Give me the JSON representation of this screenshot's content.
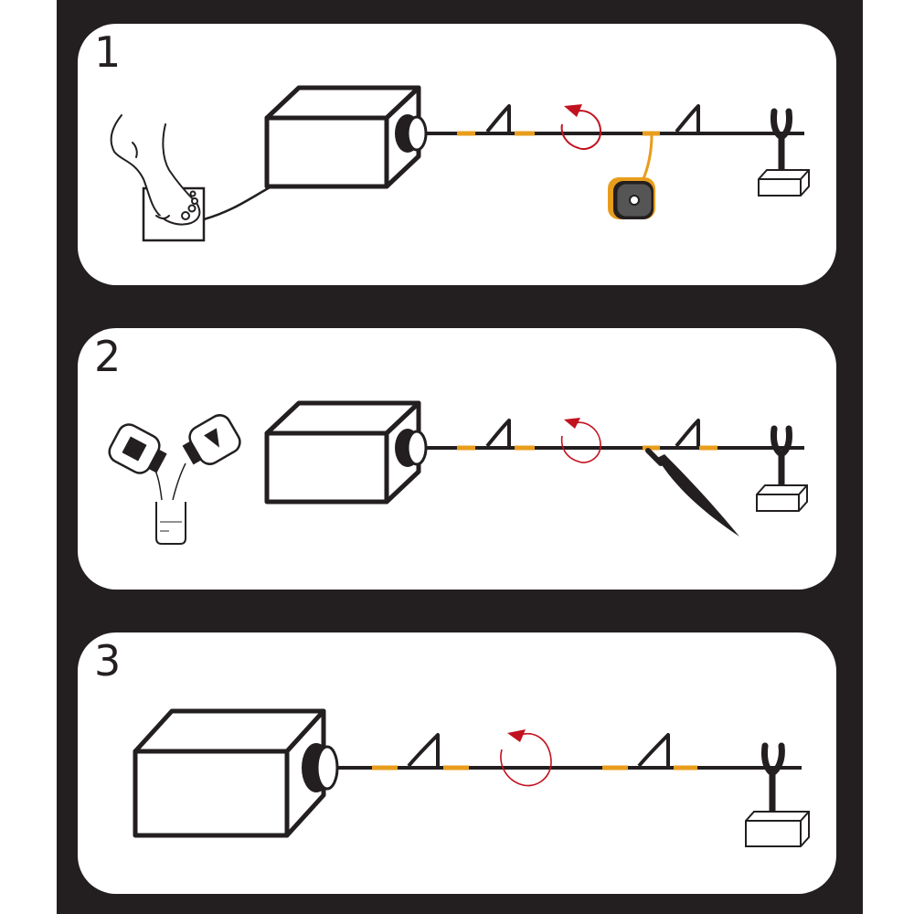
{
  "steps": [
    {
      "number": "1"
    },
    {
      "number": "2"
    },
    {
      "number": "3"
    }
  ],
  "colors": {
    "background": "#231f20",
    "panel": "#ffffff",
    "line": "#231f20",
    "tape": "#e89d1c",
    "rotation_arrow": "#c1121f"
  },
  "icons": {
    "panel_1": [
      "foot-icon",
      "foot-pedal-icon",
      "motor-box-icon",
      "shaft-icon",
      "rotation-arrow-icon",
      "tape-roll-icon",
      "support-fork-icon"
    ],
    "panel_2": [
      "resin-bottle-b-icon",
      "resin-bottle-a-icon",
      "mixing-beaker-icon",
      "motor-box-icon",
      "shaft-icon",
      "rotation-arrow-icon",
      "brush-icon",
      "support-fork-icon"
    ],
    "panel_3": [
      "motor-box-icon",
      "shaft-icon",
      "rotation-arrow-icon",
      "support-fork-icon"
    ]
  }
}
